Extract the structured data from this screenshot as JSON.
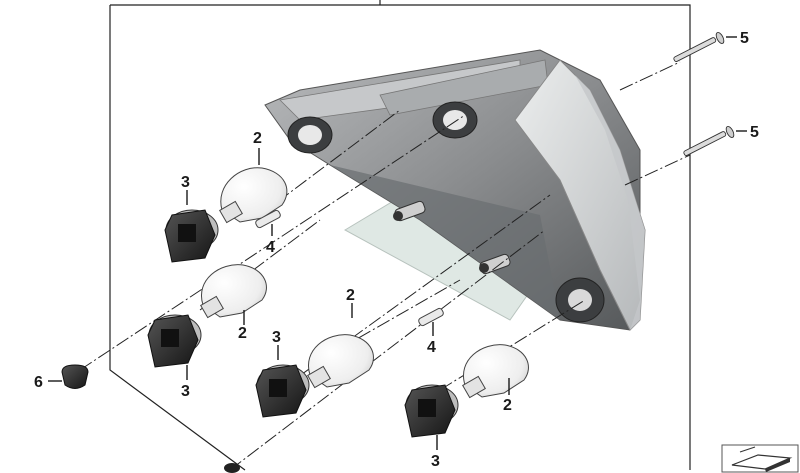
{
  "callouts": {
    "c2_a": "2",
    "c2_b": "2",
    "c2_c": "2",
    "c2_d": "2",
    "c3_a": "3",
    "c3_b": "3",
    "c3_c": "3",
    "c3_d": "3",
    "c4_a": "4",
    "c4_b": "4",
    "c5_a": "5",
    "c5_b": "5",
    "c6": "6"
  },
  "colors": {
    "line": "#1a1a1a",
    "housing": "#8a8c8e",
    "lens": "#d7d9da",
    "bulb": "#f4f4f4",
    "socket": "#2b2b2b"
  },
  "icons": {
    "corner": "part-symbol-icon"
  }
}
